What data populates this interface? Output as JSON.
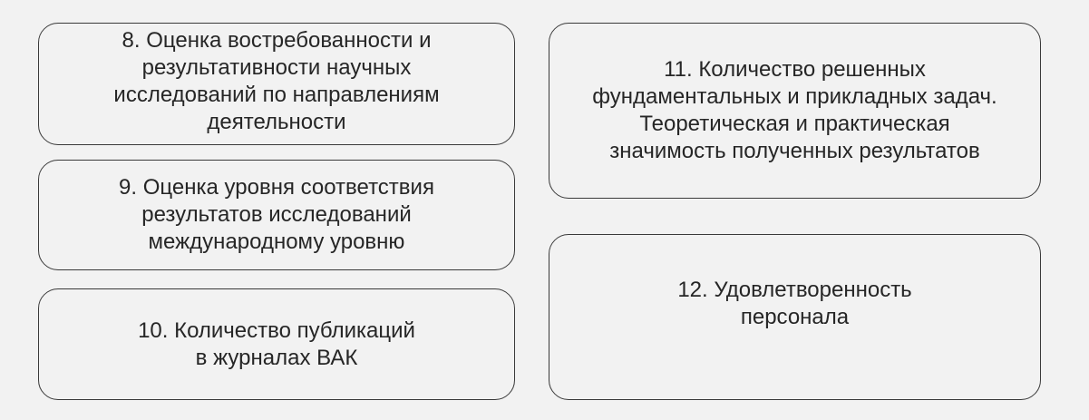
{
  "boxes": [
    {
      "text": "8. Оценка востребованности и\nрезультативности научных\nисследований по направлениям\nдеятельности"
    },
    {
      "text": "9. Оценка уровня соответствия\nрезультатов исследований\nмеждународному уровню"
    },
    {
      "text": "10. Количество публикаций\nв журналах ВАК"
    },
    {
      "text": "11. Количество решенных\nфундаментальных и прикладных задач.\nТеоретическая и практическая\nзначимость полученных результатов"
    },
    {
      "text": "12. Удовлетворенность\nперсонала"
    }
  ]
}
